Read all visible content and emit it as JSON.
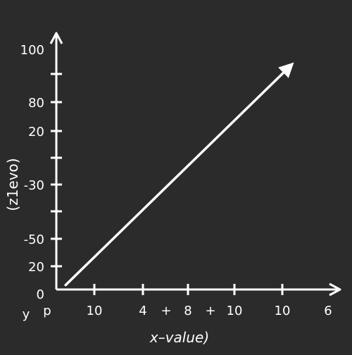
{
  "colors": {
    "background": "#2b2b2b",
    "foreground": "#ffffff"
  },
  "chart_data": {
    "type": "line",
    "title": "",
    "xlabel": "x–value)",
    "ylabel": "(z1evo)",
    "x_tick_labels": [
      "p",
      "10",
      "4",
      "+",
      "8",
      "+",
      "10",
      "10",
      "6"
    ],
    "y_tick_labels": [
      "100",
      "80",
      "20",
      "-30",
      "-50",
      "20",
      "0"
    ],
    "corner_label": "y",
    "grid": false,
    "legend": "none",
    "series": [
      {
        "points": [
          [
            0.04,
            0.02
          ],
          [
            1.0,
            1.0
          ]
        ]
      }
    ],
    "xlim": [
      0,
      1
    ],
    "ylim": [
      0,
      1
    ],
    "line_end_arrow": true
  }
}
